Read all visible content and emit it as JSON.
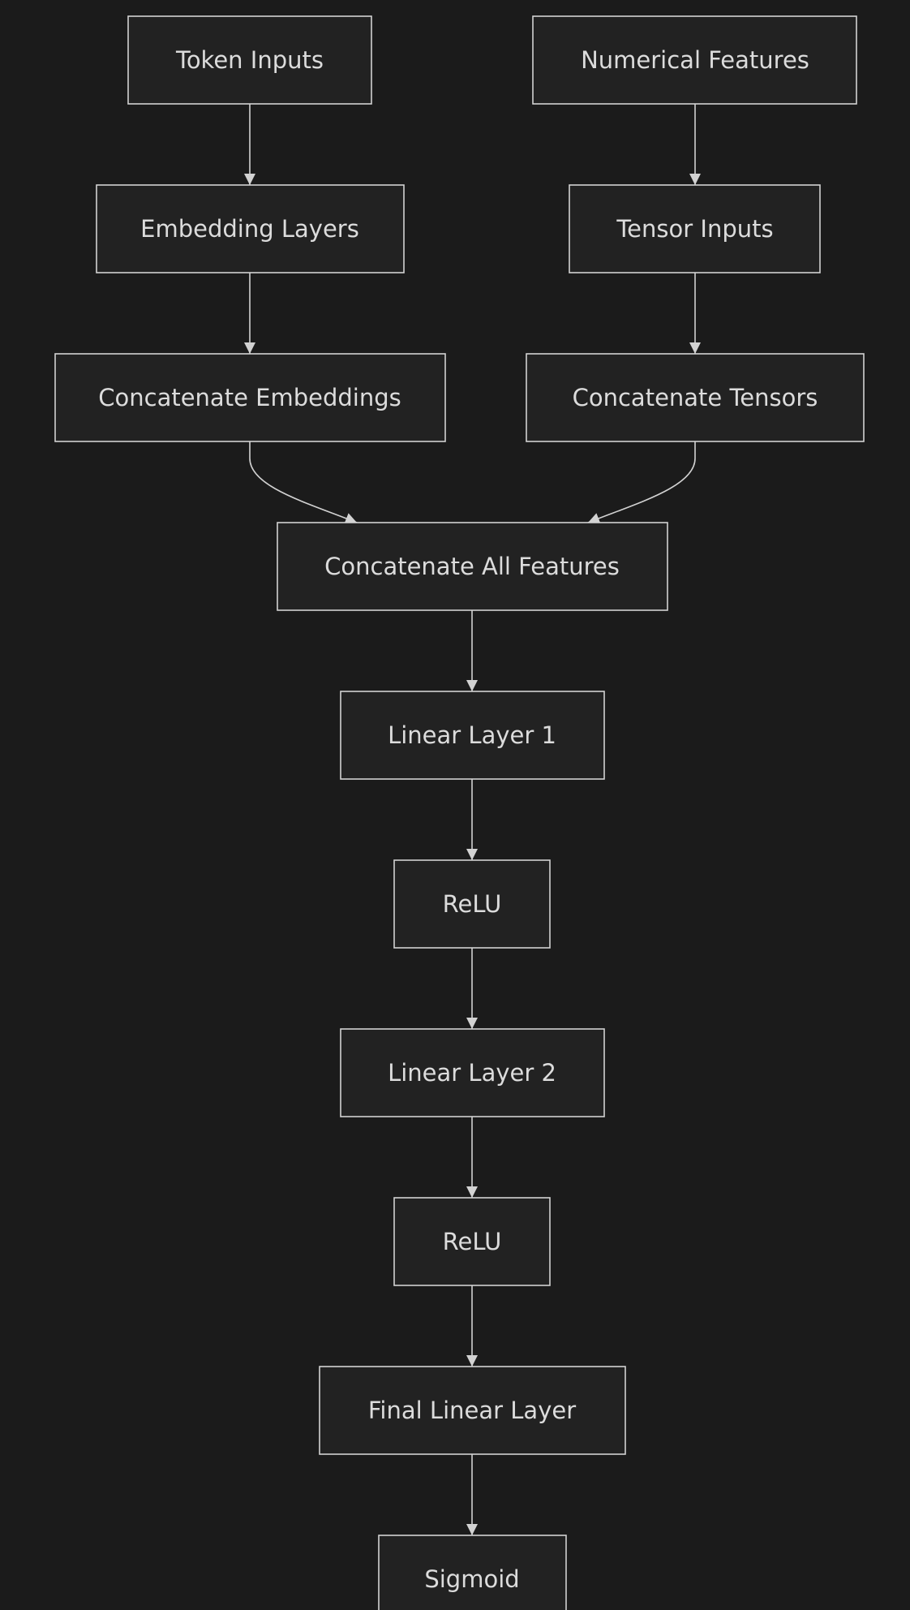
{
  "diagram": {
    "nodes": {
      "token_inputs": "Token Inputs",
      "numerical_features": "Numerical Features",
      "embedding_layers": "Embedding Layers",
      "tensor_inputs": "Tensor Inputs",
      "concat_embeddings": "Concatenate Embeddings",
      "concat_tensors": "Concatenate Tensors",
      "concat_all": "Concatenate All Features",
      "linear1": "Linear Layer 1",
      "relu1": "ReLU",
      "linear2": "Linear Layer 2",
      "relu2": "ReLU",
      "final_linear": "Final Linear Layer",
      "sigmoid": "Sigmoid"
    },
    "edges": [
      [
        "token_inputs",
        "embedding_layers"
      ],
      [
        "embedding_layers",
        "concat_embeddings"
      ],
      [
        "numerical_features",
        "tensor_inputs"
      ],
      [
        "tensor_inputs",
        "concat_tensors"
      ],
      [
        "concat_embeddings",
        "concat_all"
      ],
      [
        "concat_tensors",
        "concat_all"
      ],
      [
        "concat_all",
        "linear1"
      ],
      [
        "linear1",
        "relu1"
      ],
      [
        "relu1",
        "linear2"
      ],
      [
        "linear2",
        "relu2"
      ],
      [
        "relu2",
        "final_linear"
      ],
      [
        "final_linear",
        "sigmoid"
      ]
    ],
    "colors": {
      "background": "#1b1b1b",
      "node_fill": "#222222",
      "stroke": "#d2d2d2",
      "text": "#dcdcdc"
    }
  }
}
